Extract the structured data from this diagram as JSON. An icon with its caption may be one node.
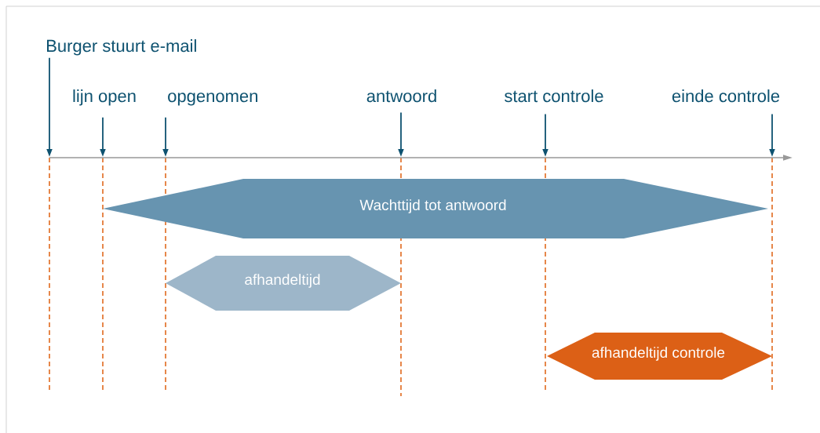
{
  "diagram": {
    "nodes": [
      {
        "text": [
          "Burger stuurt e-mail"
        ]
      },
      {
        "text": [
          "lijn open"
        ]
      },
      {
        "text": [
          "opgenomen"
        ]
      },
      {
        "text": [
          "antwoord"
        ]
      },
      {
        "text": [
          "start controle"
        ]
      },
      {
        "text": [
          "einde controle"
        ]
      },
      {
        "text": [
          "Wachttijd tot antwoord"
        ]
      },
      {
        "text": [
          "afhandeltijd"
        ]
      },
      {
        "text": [
          "afhandeltijd controle"
        ]
      }
    ],
    "edges": [
      {
        "from": 0,
        "to": null,
        "arrow": "to"
      },
      {
        "from": 1,
        "to": null,
        "arrow": "to"
      },
      {
        "from": 2,
        "to": null,
        "arrow": "to"
      },
      {
        "from": 3,
        "to": null,
        "arrow": "to"
      },
      {
        "from": 4,
        "to": null,
        "arrow": "to"
      },
      {
        "from": 5,
        "to": null,
        "arrow": "to"
      }
    ]
  }
}
